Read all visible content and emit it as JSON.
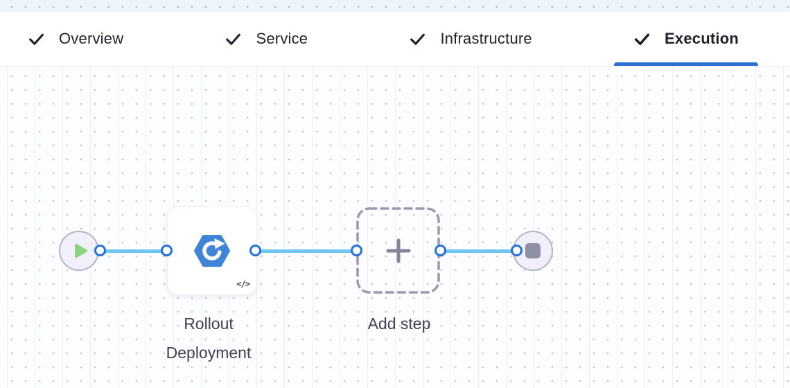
{
  "header": {
    "tabs": [
      {
        "label": "Overview",
        "state": "completed",
        "active": false
      },
      {
        "label": "Service",
        "state": "completed",
        "active": false
      },
      {
        "label": "Infrastructure",
        "state": "completed",
        "active": false
      },
      {
        "label": "Execution",
        "state": "completed",
        "active": true
      }
    ],
    "active_tab": "Execution"
  },
  "pipeline": {
    "start_node": {
      "type": "start",
      "icon": "play-icon"
    },
    "steps": [
      {
        "label": "Rollout Deployment",
        "icon": "rollout-deployment-icon",
        "badge": "</>"
      }
    ],
    "add_step": {
      "label": "Add step",
      "icon": "plus-icon"
    },
    "end_node": {
      "type": "stop",
      "icon": "stop-icon"
    }
  },
  "colors": {
    "active_tab_underline": "#2b6fd4",
    "edge_blue": "#6ec7f2",
    "port_border_blue": "#2270dd",
    "round_node_fill": "#f1effa",
    "round_node_border": "#b4b3c6",
    "play_green": "#8bd47d",
    "stop_gray": "#8f90a5",
    "step_icon_blue": "#3e85d8",
    "dashed_border_gray": "#9b9aae",
    "canvas_background": "#fcfdff"
  }
}
